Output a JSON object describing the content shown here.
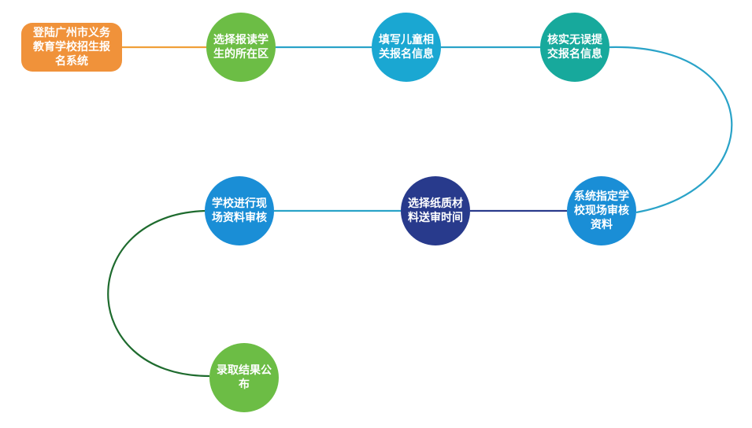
{
  "steps": [
    {
      "text": "登陆广州市义务教育学校招生报名系统",
      "color": "#f0923a"
    },
    {
      "text": "选择报读学生的所在区",
      "color": "#6cbd45"
    },
    {
      "text": "填写儿童相关报名信息",
      "color": "#1aa7d2"
    },
    {
      "text": "核实无误提交报名信息",
      "color": "#17a99c"
    },
    {
      "text": "系统指定学校现场审核资料",
      "color": "#1a8ed6"
    },
    {
      "text": "选择纸质材料送审时间",
      "color": "#283a8c"
    },
    {
      "text": "学校进行现场资料审核",
      "color": "#1a8ed6"
    },
    {
      "text": "录取结果公布",
      "color": "#6cbd45"
    }
  ],
  "connector_colors": {
    "orange_to_green": "#f0a03a",
    "teal": "#2aa3c8",
    "navy": "#2a3a8c",
    "dark_green": "#1e6b2e"
  }
}
